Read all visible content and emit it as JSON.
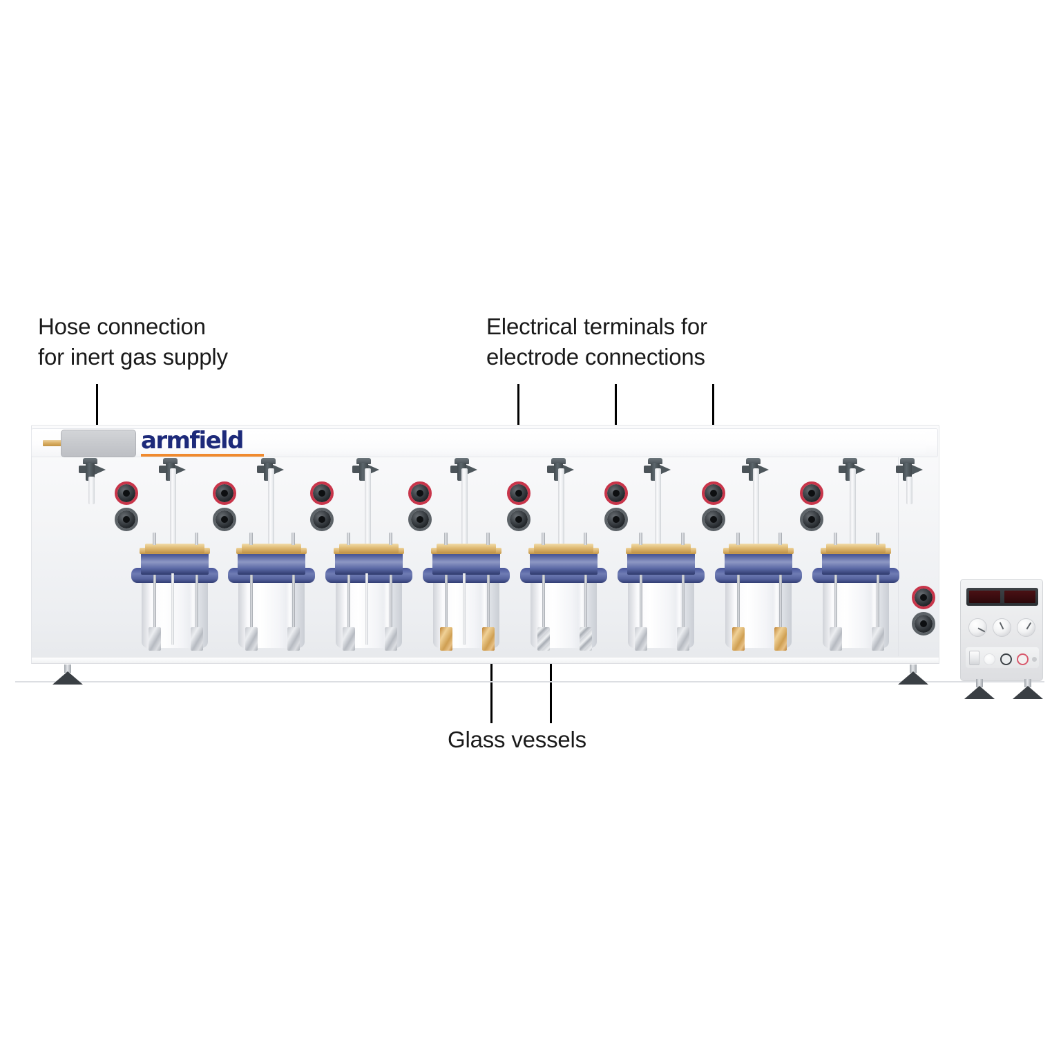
{
  "annotations": [
    {
      "id": "hose",
      "name": "annotation-hose-connection",
      "text": "Hose connection\nfor inert gas supply"
    },
    {
      "id": "terminals",
      "name": "annotation-electrical-terminals",
      "text": "Electrical terminals for\nelectrode connections"
    },
    {
      "id": "vessels",
      "name": "annotation-glass-vessels",
      "text": "Glass vessels"
    }
  ],
  "brand": {
    "logo_text": "armfield",
    "logo_color": "#1d2a7a",
    "logo_rule_color": "#f08a2e"
  },
  "apparatus": {
    "name": "eight-station-electrochemistry-bench",
    "vessel_count": 8,
    "valve_count": 10,
    "terminal_pair_count": 9,
    "terminal_positive_color": "#c8354a",
    "terminal_negative_color": "#5d6368",
    "vessel_collar_color": "#4e5c9a",
    "vessel_plate_color": "#dfba73",
    "electrode_types": [
      "steel",
      "steel",
      "steel",
      "copper",
      "zinc",
      "steel",
      "copper",
      "steel"
    ],
    "foot_count": 3,
    "hose_stub_color": "#d9ae63"
  },
  "control_unit": {
    "name": "power-supply-unit",
    "display_count": 2,
    "display_color": "#3a0c0f",
    "display_values": [
      "",
      ""
    ],
    "knob_count": 3,
    "knob_labels": [
      "",
      "",
      ""
    ],
    "buttons": [
      {
        "name": "power-rocker-switch",
        "style": "rocker"
      },
      {
        "name": "button-white",
        "color": "#ffffff"
      },
      {
        "name": "button-black",
        "color": "#3c4146"
      },
      {
        "name": "button-red",
        "color": "#d9596d"
      }
    ],
    "indicator_led": {
      "name": "status-led",
      "color": "#c9cbce"
    }
  }
}
